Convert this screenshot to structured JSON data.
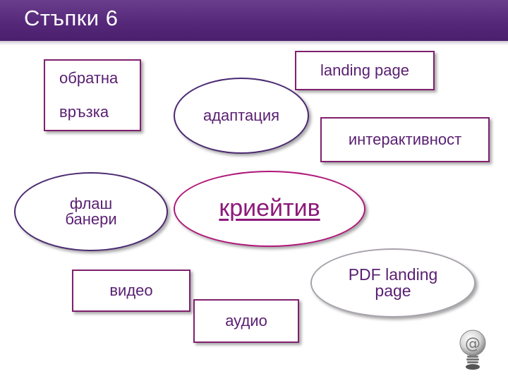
{
  "header": {
    "title": "Стъпки 6"
  },
  "nodes": {
    "feedback": "обратна\nвръзка",
    "landing_page": "landing page",
    "adaptation": "адаптация",
    "interactivity": "интерактивност",
    "flash_banners": "флаш\nбанери",
    "creative": "криейтив",
    "pdf_landing_page": "PDF landing\npage",
    "video": "видео",
    "audio": "аудио"
  },
  "colors": {
    "header": "#56287a",
    "rect_border": "#80206e",
    "ellipse_border": "#4c2a72",
    "ellipse_pink": "#b0177a",
    "text": "#5a2072",
    "accent": "#8c1a7a"
  },
  "icons": {
    "corner": "at-sign-icon"
  }
}
